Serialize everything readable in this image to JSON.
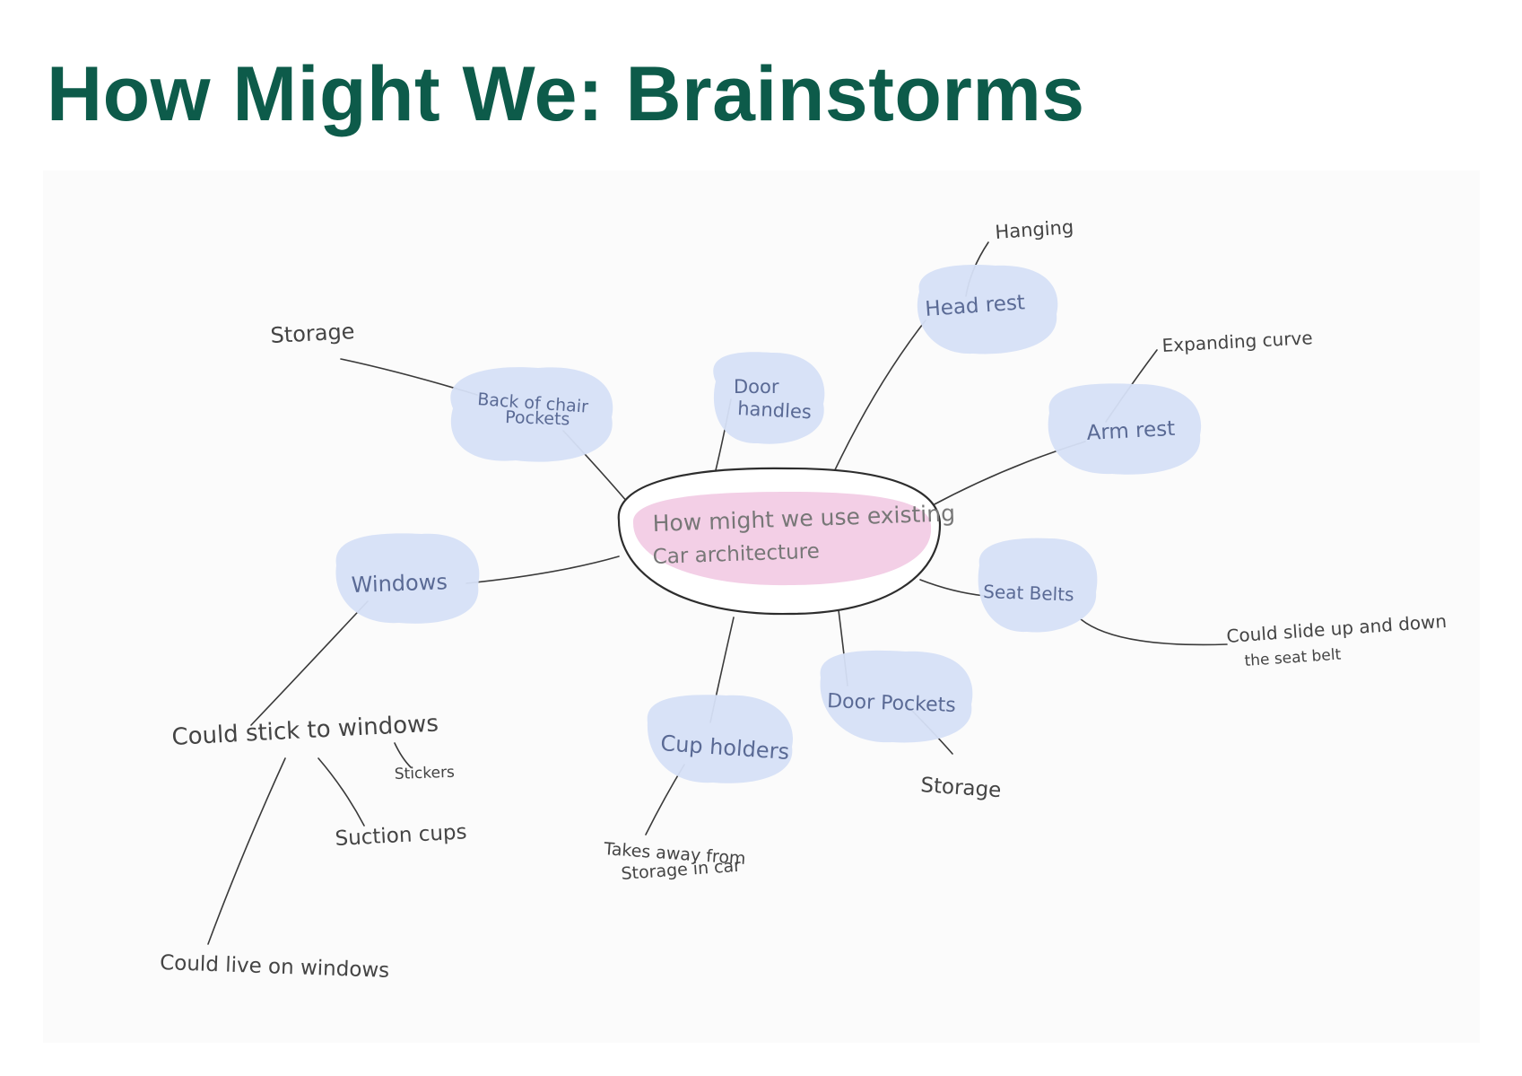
{
  "title": "How Might We: Brainstorms",
  "colors": {
    "title": "#0d5b4a",
    "branch_bubble": "#d6e0f7",
    "center_bubble": "#f3cfe6",
    "ink": "#333333"
  },
  "mind_map": {
    "center": {
      "line1": "How might we use existing",
      "line2": "Car architecture"
    },
    "branches": {
      "back_of_chair": {
        "line1": "Back of chair",
        "line2": "Pockets",
        "note": "Storage"
      },
      "door_handles": {
        "line1": "Door",
        "line2": "handles"
      },
      "head_rest": {
        "label": "Head rest",
        "note": "Hanging"
      },
      "arm_rest": {
        "label": "Arm rest",
        "note": "Expanding curve"
      },
      "seat_belts": {
        "label": "Seat Belts",
        "note_line1": "Could slide up and down",
        "note_line2": "the seat belt"
      },
      "door_pockets": {
        "label": "Door Pockets",
        "note": "Storage"
      },
      "cup_holders": {
        "label": "Cup holders",
        "note_line1": "Takes away from",
        "note_line2": "Storage in car"
      },
      "windows": {
        "label": "Windows",
        "note": "Could stick to windows",
        "sub1": "Stickers",
        "sub2": "Suction cups",
        "sub3": "Could live on windows"
      }
    }
  }
}
